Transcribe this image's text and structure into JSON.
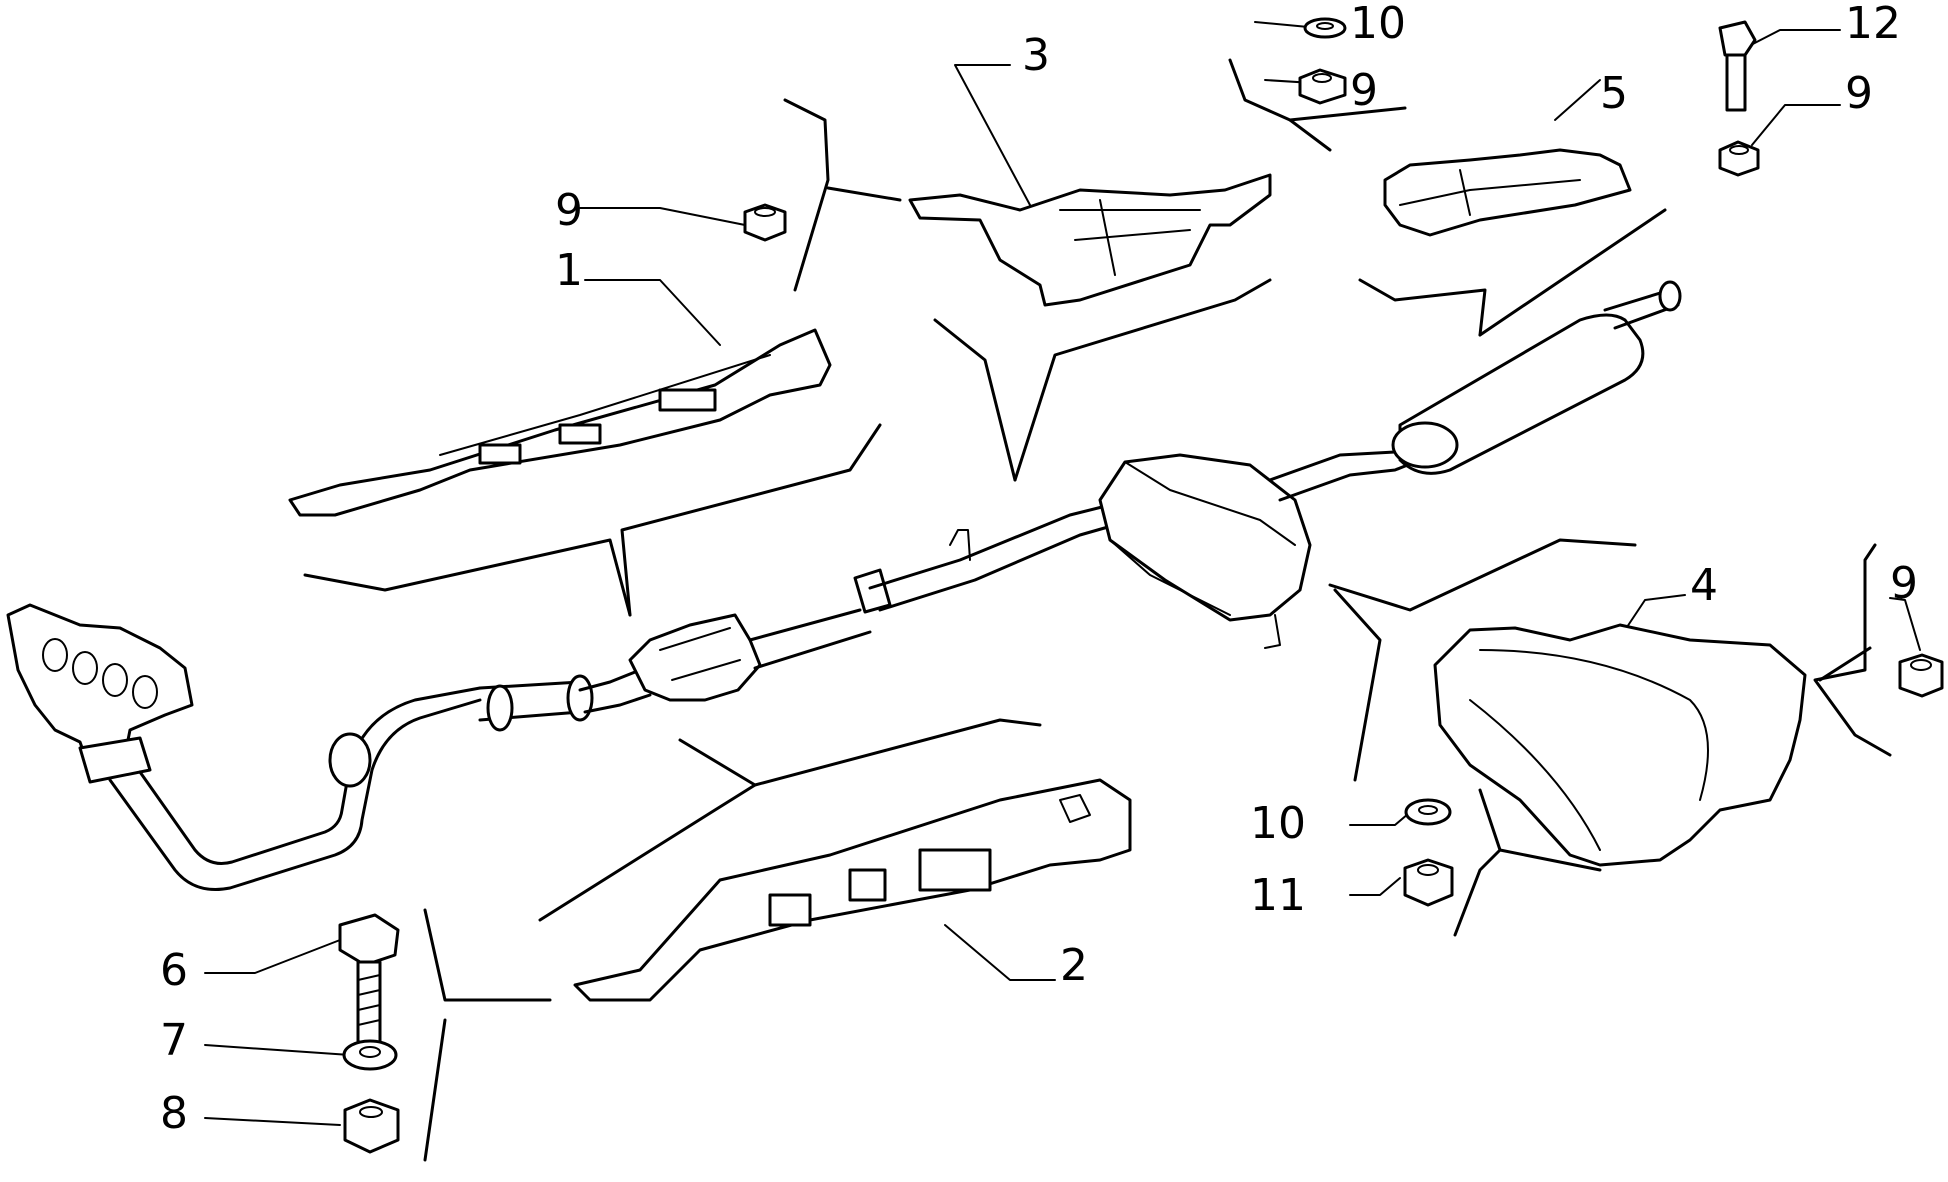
{
  "callouts": [
    {
      "id": "c1",
      "text": "1"
    },
    {
      "id": "c2",
      "text": "2"
    },
    {
      "id": "c3",
      "text": "3"
    },
    {
      "id": "c4",
      "text": "4"
    },
    {
      "id": "c5",
      "text": "5"
    },
    {
      "id": "c6",
      "text": "6"
    },
    {
      "id": "c7",
      "text": "7"
    },
    {
      "id": "c8",
      "text": "8"
    },
    {
      "id": "c9a",
      "text": "9"
    },
    {
      "id": "c9b",
      "text": "9"
    },
    {
      "id": "c9c",
      "text": "9"
    },
    {
      "id": "c9d",
      "text": "9"
    },
    {
      "id": "c10a",
      "text": "10"
    },
    {
      "id": "c10b",
      "text": "10"
    },
    {
      "id": "c11",
      "text": "11"
    },
    {
      "id": "c12",
      "text": "12"
    }
  ]
}
